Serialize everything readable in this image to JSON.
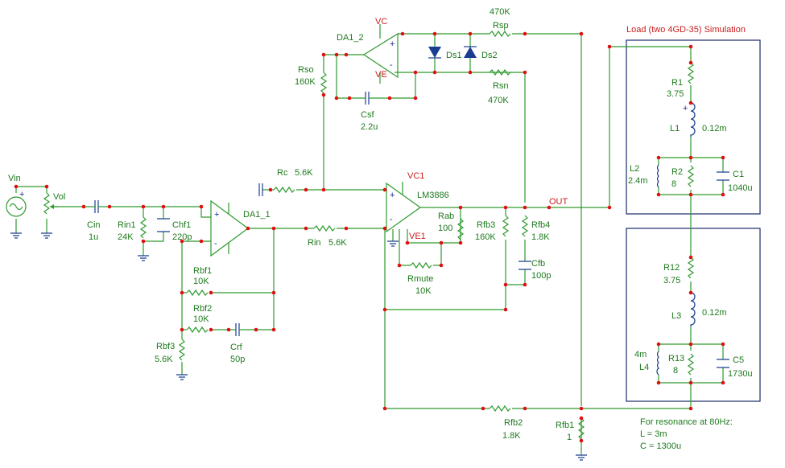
{
  "title": "Load (two 4GD-35) Simulation",
  "note": [
    "For resonance at 80Hz:",
    "L = 3m",
    "C = 1300u"
  ],
  "nodes": {
    "out": "OUT",
    "vc": "VC",
    "ve": "VE",
    "vc1": "VC1",
    "ve1": "VE1"
  },
  "opamps": {
    "da1_2": "DA1_2",
    "da1_1": "DA1_1",
    "lm": "LM3886"
  },
  "sources": {
    "vin": "Vin",
    "vol": "Vol"
  },
  "components": {
    "cin": {
      "name": "Cin",
      "value": "1u"
    },
    "rin1": {
      "name": "Rin1",
      "value": "24K"
    },
    "chf1": {
      "name": "Chf1",
      "value": "220p"
    },
    "rbf1": {
      "name": "Rbf1",
      "value": "10K"
    },
    "rbf2": {
      "name": "Rbf2",
      "value": "10K"
    },
    "rbf3": {
      "name": "Rbf3",
      "value": "5.6K"
    },
    "crf": {
      "name": "Crf",
      "value": "50p"
    },
    "rin": {
      "name": "Rin",
      "value": "5.6K"
    },
    "rc": {
      "name": "Rc",
      "value": "5.6K"
    },
    "rso": {
      "name": "Rso",
      "value": "160K"
    },
    "csf": {
      "name": "Csf",
      "value": "2.2u"
    },
    "rsp": {
      "name": "Rsp",
      "value": "470K"
    },
    "rsn": {
      "name": "Rsn",
      "value": "470K"
    },
    "ds1": {
      "name": "Ds1"
    },
    "ds2": {
      "name": "Ds2"
    },
    "rab": {
      "name": "Rab",
      "value": "100"
    },
    "rmute": {
      "name": "Rmute",
      "value": "10K"
    },
    "rfb3": {
      "name": "Rfb3",
      "value": "160K"
    },
    "rfb4": {
      "name": "Rfb4",
      "value": "1.8K"
    },
    "cfb": {
      "name": "Cfb",
      "value": "100p"
    },
    "rfb2": {
      "name": "Rfb2",
      "value": "1.8K"
    },
    "rfb1": {
      "name": "Rfb1",
      "value": "1"
    },
    "r1": {
      "name": "R1",
      "value": "3.75"
    },
    "l1": {
      "name": "L1",
      "value": "0.12m"
    },
    "l2": {
      "name": "L2",
      "value": "2.4m"
    },
    "r2": {
      "name": "R2",
      "value": "8"
    },
    "c1": {
      "name": "C1",
      "value": "1040u"
    },
    "r12": {
      "name": "R12",
      "value": "3.75"
    },
    "l3": {
      "name": "L3",
      "value": "0.12m"
    },
    "l4": {
      "name": "L4",
      "value": "4m"
    },
    "r13": {
      "name": "R13",
      "value": "8"
    },
    "c5": {
      "name": "C5",
      "value": "1730u"
    }
  },
  "colors": {
    "wire": "#2e9a2e",
    "label": "#1e7a1e",
    "node": "#e01010",
    "net": "#c81e1e",
    "box": "#1a2a6a"
  }
}
